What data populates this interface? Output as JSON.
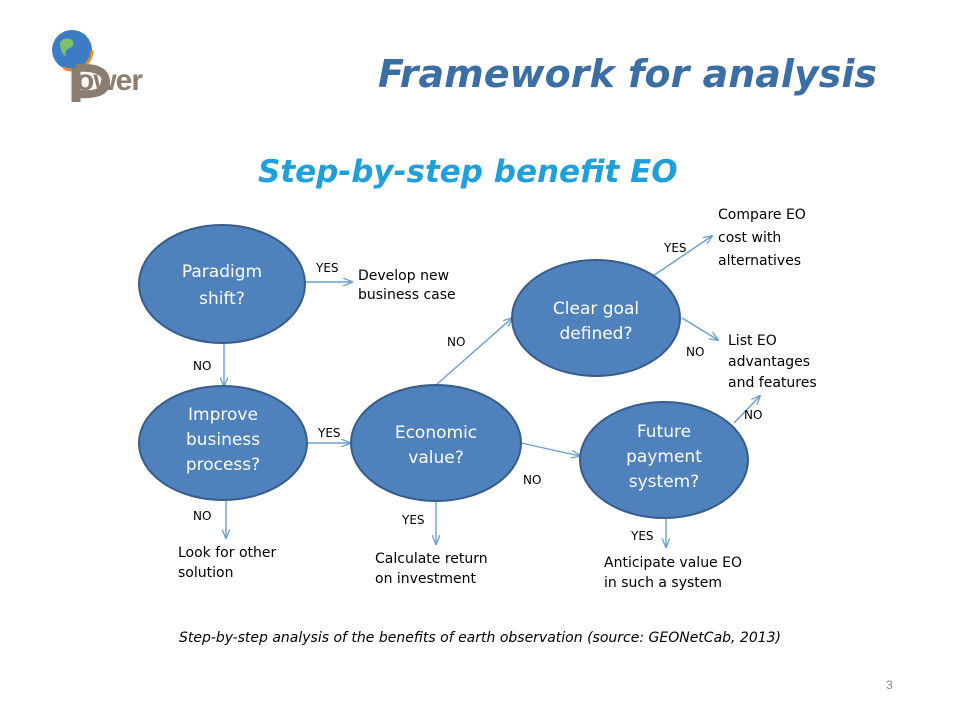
{
  "header": {
    "logo_text": "ower",
    "title": "Framework for analysis"
  },
  "subtitle": "Step-by-step benefit EO",
  "diagram": {
    "nodes": {
      "paradigm": [
        "Paradigm",
        "shift?"
      ],
      "improve": [
        "Improve",
        "business",
        "process?"
      ],
      "economic": [
        "Economic",
        "value?"
      ],
      "goal": [
        "Clear goal",
        "defined?"
      ],
      "future": [
        "Future",
        "payment",
        "system?"
      ]
    },
    "outcomes": {
      "develop": [
        "Develop new",
        "business case"
      ],
      "lookfor": [
        "Look for other",
        "solution"
      ],
      "calculate": [
        "Calculate return",
        "on investment"
      ],
      "compare": [
        "Compare EO",
        "cost with",
        "alternatives"
      ],
      "list": [
        "List EO",
        "advantages",
        "and features"
      ],
      "anticipate": [
        "Anticipate value EO",
        "in such a system"
      ]
    },
    "edge_labels": {
      "yes": "YES",
      "no": "NO"
    }
  },
  "caption": "Step-by-step analysis of the benefits of earth observation (source: GEONetCab, 2013)",
  "page_number": "3",
  "colors": {
    "node_fill": "#4f81bd",
    "node_stroke": "#385d8a",
    "arrow": "#6a9fd4",
    "title": "#3a6ea5",
    "subtitle": "#1fa0dc"
  }
}
